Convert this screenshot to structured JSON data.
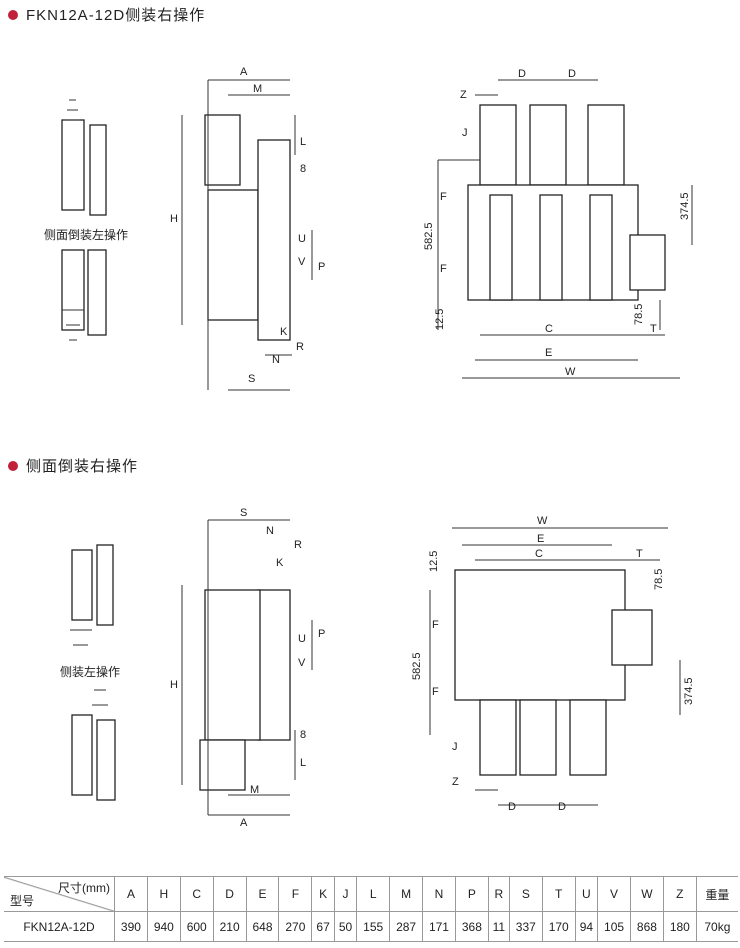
{
  "section1": {
    "title": "FKN12A-12D侧装右操作",
    "caption": "侧面倒装左操作",
    "side_labels": {
      "A": "A",
      "M": "M",
      "L": "L",
      "eight": "8",
      "H": "H",
      "U": "U",
      "V": "V",
      "P": "P",
      "K": "K",
      "N": "N",
      "R": "R",
      "S": "S"
    },
    "front_labels": {
      "D1": "D",
      "D2": "D",
      "Z": "Z",
      "J": "J",
      "F1": "F",
      "F2": "F",
      "d582": "582.5",
      "d374": "374.5",
      "d125": "12.5",
      "d785": "78.5",
      "C": "C",
      "T": "T",
      "E": "E",
      "W": "W"
    }
  },
  "section2": {
    "title": "侧面倒装右操作",
    "caption": "侧装左操作"
  },
  "accent": "#c0203a",
  "table": {
    "header_corner_top": "尺寸(mm)",
    "header_corner_bottom": "型号",
    "columns": [
      "A",
      "H",
      "C",
      "D",
      "E",
      "F",
      "K",
      "J",
      "L",
      "M",
      "N",
      "P",
      "R",
      "S",
      "T",
      "U",
      "V",
      "W",
      "Z",
      "重量"
    ],
    "rows": [
      {
        "model": "FKN12A-12D",
        "values": [
          "390",
          "940",
          "600",
          "210",
          "648",
          "270",
          "67",
          "50",
          "155",
          "287",
          "171",
          "368",
          "11",
          "337",
          "170",
          "94",
          "105",
          "868",
          "180",
          "70kg"
        ]
      }
    ]
  }
}
